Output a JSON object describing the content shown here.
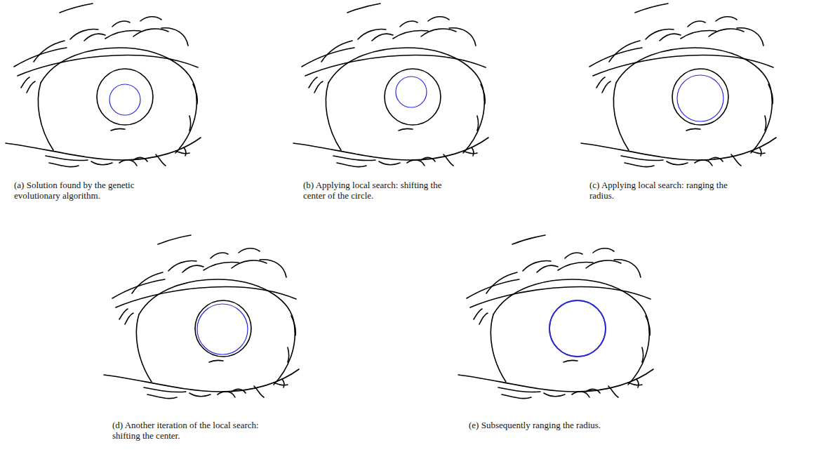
{
  "diagram": {
    "labels": [
      "(a) Solution found by the genetic evolutionary algorithm.",
      "(b) Applying local search: shifting the center of the circle.",
      "(c) Applying local search: ranging the radius.",
      "(d) Another iteration of the local search: shifting the center.",
      "(e) Subsequently ranging the radius."
    ]
  }
}
